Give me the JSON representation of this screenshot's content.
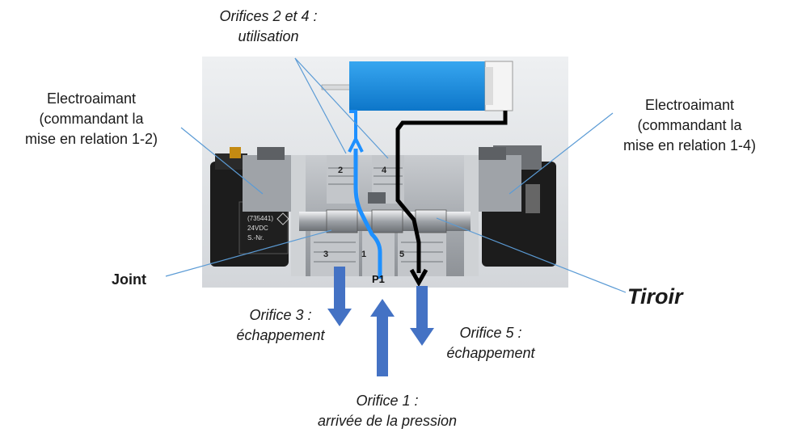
{
  "labels": {
    "orifices_24_line1": "Orifices 2 et 4 :",
    "orifices_24_line2": "utilisation",
    "electro_left_line1": "Electroaimant",
    "electro_left_line2": "(commandant la",
    "electro_left_line3": "mise en relation 1-2)",
    "electro_right_line1": "Electroaimant",
    "electro_right_line2": "(commandant la",
    "electro_right_line3": "mise en relation 1-4)",
    "joint": "Joint",
    "tiroir": "Tiroir",
    "orifice3_line1": "Orifice 3 :",
    "orifice3_line2": "échappement",
    "orifice5_line1": "Orifice 5 :",
    "orifice5_line2": "échappement",
    "orifice1_line1": "Orifice 1 :",
    "orifice1_line2": "arrivée de la pression"
  },
  "valve": {
    "port_2": "2",
    "port_4": "4",
    "port_3": "3",
    "port_1": "1",
    "port_5": "5",
    "p1": "P1",
    "plate_line1": "(735441)",
    "plate_line2": "24VDC",
    "plate_line3": "S.-Nr."
  },
  "colors": {
    "cylinder_blue": "#1e8fe0",
    "flow_blue": "#1e90ff",
    "flow_black": "#000000",
    "arrow_blue": "#4472c4",
    "leader_line": "#5b9bd5",
    "valve_grey": "#b9bcbf",
    "coil_black": "#1c1c1c"
  }
}
